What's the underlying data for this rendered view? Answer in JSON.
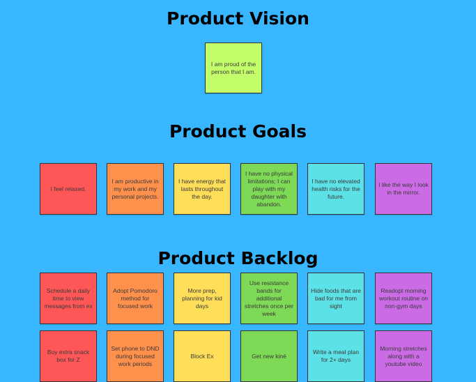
{
  "colors": {
    "background": "#38b6ff",
    "lime": "#c3ff6b",
    "red": "#ff5757",
    "orange": "#ff914d",
    "yellow": "#ffde59",
    "green": "#7ed957",
    "cyan": "#5ce1e6",
    "purple": "#cb6ce6"
  },
  "sections": {
    "vision": {
      "title": "Product Vision",
      "notes": [
        {
          "text": "I am proud of the person that I am.",
          "color": "lime"
        }
      ]
    },
    "goals": {
      "title": "Product Goals",
      "notes": [
        {
          "text": "I feel relaxed.",
          "color": "red"
        },
        {
          "text": "I am productive in my work and my personal projects.",
          "color": "orange"
        },
        {
          "text": "I have energy that lasts throughout the day.",
          "color": "yellow"
        },
        {
          "text": "I have no physical limitations; I can play with my daughter with abandon.",
          "color": "green"
        },
        {
          "text": "I have no elevated health risks for the future.",
          "color": "cyan"
        },
        {
          "text": "I like the way I look in the mirror.",
          "color": "purple"
        }
      ]
    },
    "backlog": {
      "title": "Product Backlog",
      "rows": [
        [
          {
            "text": "Schedule a daily time to view messages from ex",
            "color": "red"
          },
          {
            "text": "Adopt Pomodoro method for focused work",
            "color": "orange"
          },
          {
            "text": "More prep, planning for kid days",
            "color": "yellow"
          },
          {
            "text": "Use resistance bands for additional stretches once per week",
            "color": "green"
          },
          {
            "text": "Hide foods that are bad for me from sight",
            "color": "cyan"
          },
          {
            "text": "Readopt morning workout routine on non-gym days",
            "color": "purple"
          }
        ],
        [
          {
            "text": "Buy extra snack box for Z",
            "color": "red"
          },
          {
            "text": "Set phone to DND during focused work periods",
            "color": "orange"
          },
          {
            "text": "Block Ex",
            "color": "yellow"
          },
          {
            "text": "Get new kiné",
            "color": "green"
          },
          {
            "text": "Write a meal plan for 2+ days",
            "color": "cyan"
          },
          {
            "text": "Morning stretches along with a youtube video",
            "color": "purple"
          }
        ]
      ]
    }
  }
}
